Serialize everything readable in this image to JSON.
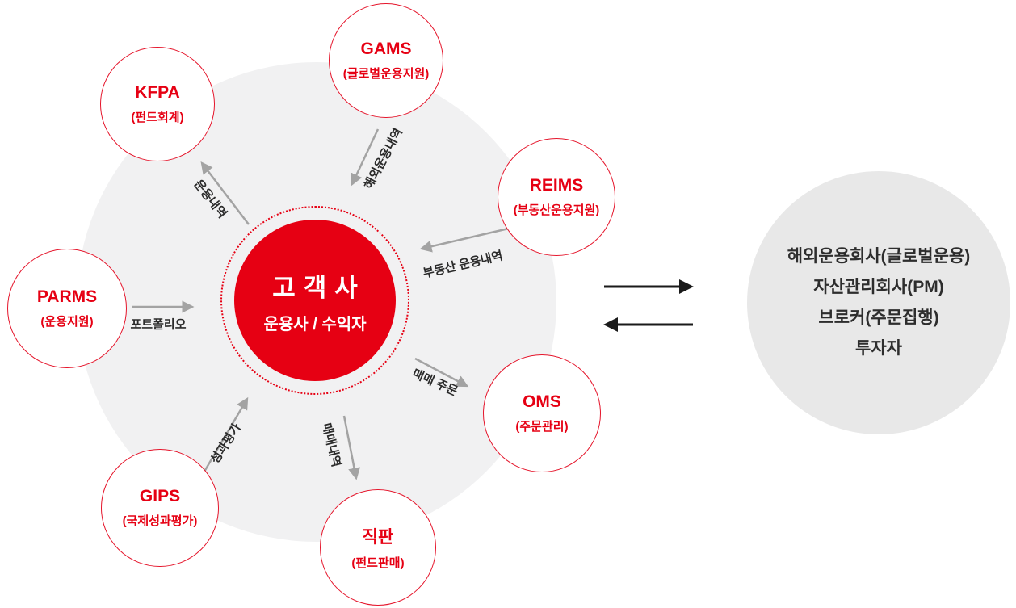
{
  "diagram": {
    "hub": {
      "title": "고객사",
      "subtitle": "운용사 / 수익자"
    },
    "systems": [
      {
        "name": "GAMS",
        "desc": "(글로벌운용지원)"
      },
      {
        "name": "KFPA",
        "desc": "(펀드회계)"
      },
      {
        "name": "REIMS",
        "desc": "(부동산운용지원)"
      },
      {
        "name": "PARMS",
        "desc": "(운용지원)"
      },
      {
        "name": "GIPS",
        "desc": "(국제성과평가)"
      },
      {
        "name": "OMS",
        "desc": "(주문관리)"
      },
      {
        "name": "직판",
        "desc": "(펀드판매)"
      }
    ],
    "flows": [
      {
        "label": "해외운용내역"
      },
      {
        "label": "운용내역"
      },
      {
        "label": "부동산 운용내역"
      },
      {
        "label": "포트폴리오"
      },
      {
        "label": "성과평가"
      },
      {
        "label": "매매 주문"
      },
      {
        "label": "매매내역"
      }
    ],
    "external": {
      "lines": [
        "해외운용회사(글로벌운용)",
        "자산관리회사(PM)",
        "브로커(주문집행)",
        "투자자"
      ]
    },
    "colors": {
      "red": "#e60013",
      "red_border": "#e5152b",
      "arrow_gray": "#a3a3a3",
      "arrow_black": "#1a1a1a",
      "label_text": "#2b2b2b",
      "bg_circle": "#f1f1f2",
      "external_circle": "#e8e8e8",
      "external_text": "#2d2d2d"
    }
  }
}
